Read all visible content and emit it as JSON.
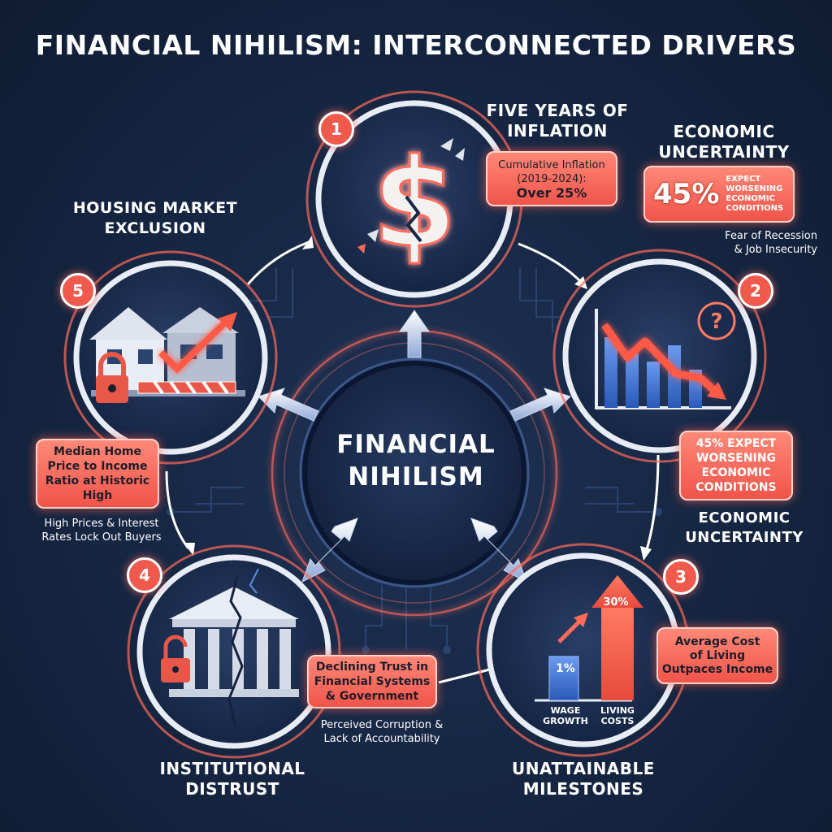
{
  "title": "FINANCIAL NIHILISM: INTERCONNECTED DRIVERS",
  "center": {
    "line1": "FINANCIAL",
    "line2": "NIHILISM"
  },
  "nodes": {
    "inflation": {
      "number": "1",
      "title_line1": "FIVE YEARS OF",
      "title_line2": "INFLATION",
      "callout_line1": "Cumulative Inflation",
      "callout_line2": "(2019-2024):",
      "callout_line3": "Over 25%",
      "icon": "cracked-dollar-icon"
    },
    "uncertainty": {
      "number": "2",
      "title_line1": "ECONOMIC",
      "title_line2": "UNCERTAINTY",
      "stat": "45%",
      "stat_text_line1": "EXPECT",
      "stat_text_line2": "WORSENING",
      "stat_text_line3": "ECONOMIC",
      "stat_text_line4": "CONDITIONS",
      "note_line1": "Fear of Recession",
      "note_line2": "& Job Insecurity",
      "callout_line1": "45% EXPECT",
      "callout_line2": "WORSENING",
      "callout_line3": "ECONOMIC",
      "callout_line4": "CONDITIONS",
      "title2_line1": "ECONOMIC",
      "title2_line2": "UNCERTAINTY",
      "icon": "declining-chart-icon"
    },
    "milestones": {
      "number": "3",
      "title_line1": "UNATTAINABLE",
      "title_line2": "MILESTONES",
      "callout_line1": "Average Cost",
      "callout_line2": "of Living",
      "callout_line3": "Outpaces Income",
      "bar_wage_value": "1%",
      "bar_living_value": "30%",
      "bar_wage_label_line1": "WAGE",
      "bar_wage_label_line2": "GROWTH",
      "bar_living_label_line1": "LIVING",
      "bar_living_label_line2": "COSTS",
      "icon": "rising-bar-icon"
    },
    "distrust": {
      "number": "4",
      "title_line1": "INSTITUTIONAL",
      "title_line2": "DISTRUST",
      "callout_line1": "Declining Trust in",
      "callout_line2": "Financial Systems",
      "callout_line3": "& Government",
      "note_line1": "Perceived Corruption &",
      "note_line2": "Lack of Accountability",
      "icon": "cracked-bank-icon"
    },
    "housing": {
      "number": "5",
      "title_line1": "HOUSING MARKET",
      "title_line2": "EXCLUSION",
      "callout_line1": "Median Home",
      "callout_line2": "Price to Income",
      "callout_line3": "Ratio at Historic",
      "callout_line4": "High",
      "note_line1": "High Prices & Interest",
      "note_line2": "Rates Lock Out Buyers",
      "icon": "locked-house-icon"
    }
  },
  "colors": {
    "accent": "#ef5a4c",
    "background": "#172845",
    "ring": "#ff6b5a",
    "bar_blue": "#3b6fd1"
  }
}
